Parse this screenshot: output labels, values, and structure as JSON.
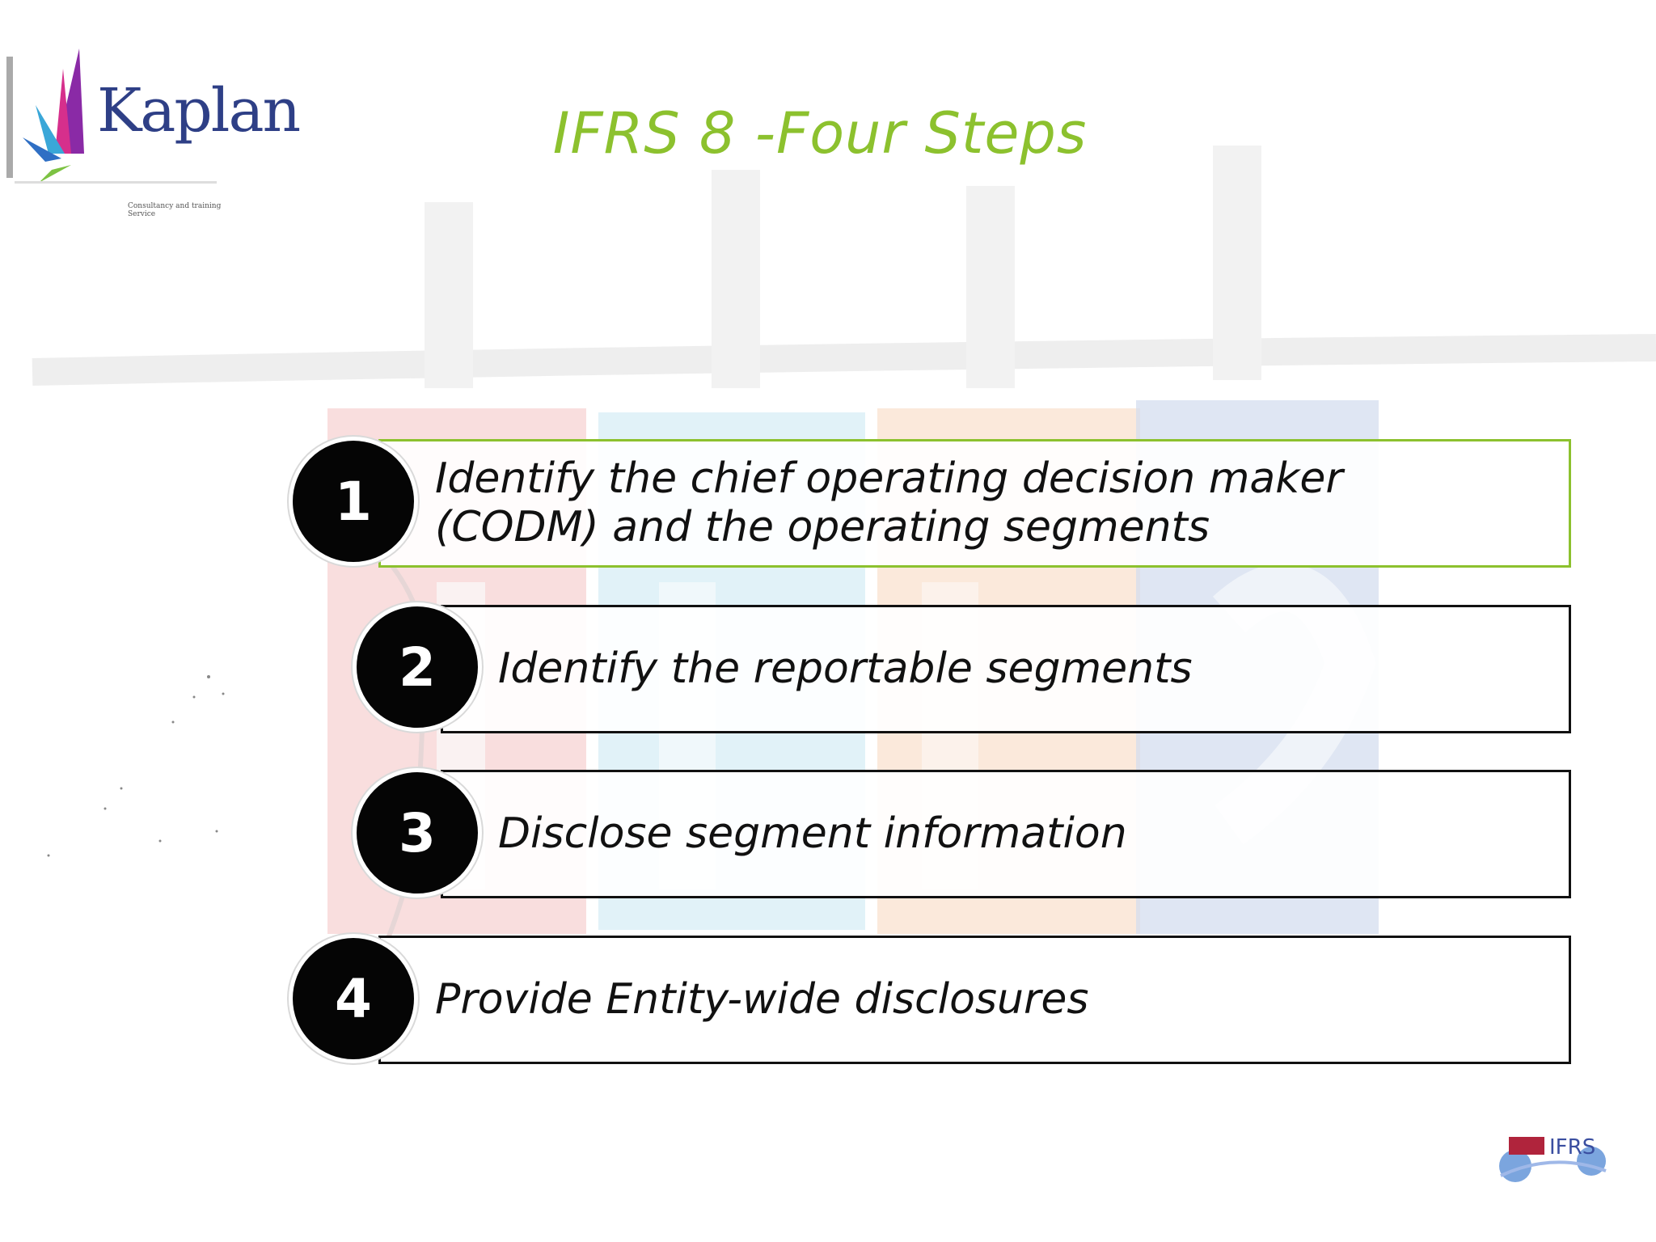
{
  "logo": {
    "name": "Kaplan",
    "tagline": "Consultancy and training Service"
  },
  "title": "IFRS 8 -Four Steps",
  "steps": [
    {
      "number": "1",
      "text": "Identify the chief operating decision maker\n(CODM) and the operating segments"
    },
    {
      "number": "2",
      "text": "Identify the reportable segments"
    },
    {
      "number": "3",
      "text": "Disclose segment information"
    },
    {
      "number": "4",
      "text": "Provide Entity-wide disclosures"
    }
  ],
  "footer_badge": "IFRS",
  "colors": {
    "accent_green": "#8cc12e",
    "circle": "#050505",
    "logo_blue": "#2e3f86"
  }
}
